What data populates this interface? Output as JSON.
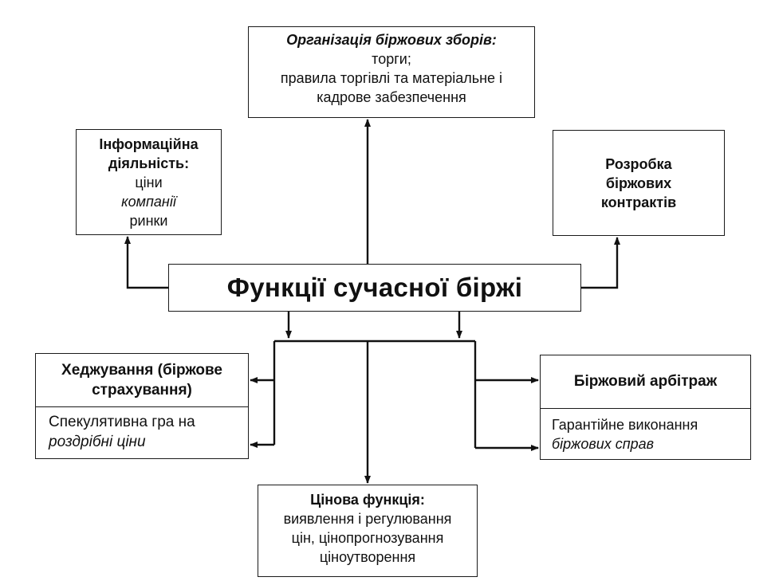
{
  "center": {
    "title": "Функції сучасної біржі"
  },
  "org": {
    "title": "Організація біржових зборів:",
    "lines": [
      "торги;",
      "правила торгівлі та матеріальне і",
      "кадрове забезпечення"
    ]
  },
  "info": {
    "title_l1": "Інформаційна",
    "title_l2": "діяльність:",
    "lines": [
      "ціни",
      "компанії",
      "ринки"
    ]
  },
  "contracts": {
    "lines": [
      "Розробка",
      "біржових",
      "контрактів"
    ]
  },
  "hedge": {
    "title_l1": "Хеджування (біржове",
    "title_l2": "страхування)",
    "body_l1": "Спекулятивна гра на",
    "body_l2": "роздрібні ціни"
  },
  "arbitrage": {
    "title": "Біржовий арбітраж",
    "body_l1": "Гарантійне виконання",
    "body_l2": "біржових справ"
  },
  "price": {
    "title": "Цінова функція:",
    "lines": [
      "виявлення і регулювання",
      "цін, цінопрогнозування",
      "ціноутворення"
    ]
  }
}
